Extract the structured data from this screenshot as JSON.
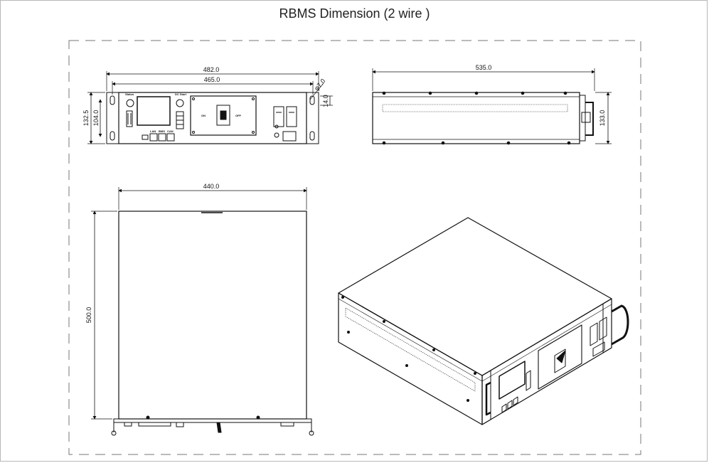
{
  "title": "RBMS Dimension (2 wire )",
  "front_view": {
    "dim_overall_width": "482.0",
    "dim_mount_width": "465.0",
    "dim_hole_diameter": "φ7.0",
    "dim_overall_height": "132.5",
    "dim_inner_height": "104.0",
    "dim_ear_offset": "14.0",
    "label_status": "Status",
    "label_dc_start": "DC Start",
    "label_on": "ON",
    "label_off": "OFF",
    "label_ports": [
      "LAN",
      "BMS",
      "CAN"
    ]
  },
  "side_view": {
    "dim_depth": "535.0",
    "dim_height": "133.0"
  },
  "top_view": {
    "dim_width": "440.0",
    "dim_depth": "500.0"
  },
  "iso_view": {}
}
